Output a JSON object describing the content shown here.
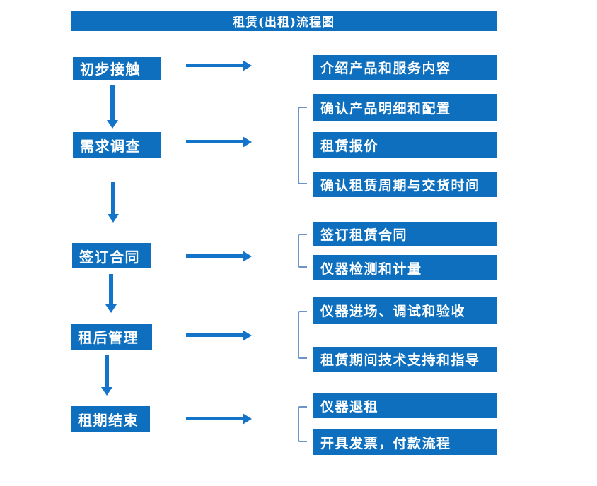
{
  "title": "租赁(出租)流程图",
  "colors": {
    "box_fill": "#0d6fbe",
    "arrow": "#1474c9",
    "bracket": "#6d94c9",
    "box_text": "#ffffff",
    "background": "#ffffff"
  },
  "steps": [
    {
      "label": "初步接触",
      "details": [
        {
          "label": "介绍产品和服务内容"
        }
      ]
    },
    {
      "label": "需求调查",
      "details": [
        {
          "label": "确认产品明细和配置"
        },
        {
          "label": "租赁报价"
        },
        {
          "label": "确认租赁周期与交货时间"
        }
      ]
    },
    {
      "label": "签订合同",
      "details": [
        {
          "label": "签订租赁合同"
        },
        {
          "label": "仪器检测和计量"
        }
      ]
    },
    {
      "label": "租后管理",
      "details": [
        {
          "label": "仪器进场、调试和验收"
        },
        {
          "label": "租赁期间技术支持和指导"
        }
      ]
    },
    {
      "label": "租期结束",
      "details": [
        {
          "label": "仪器退租"
        },
        {
          "label": "开具发票，付款流程"
        }
      ]
    }
  ]
}
